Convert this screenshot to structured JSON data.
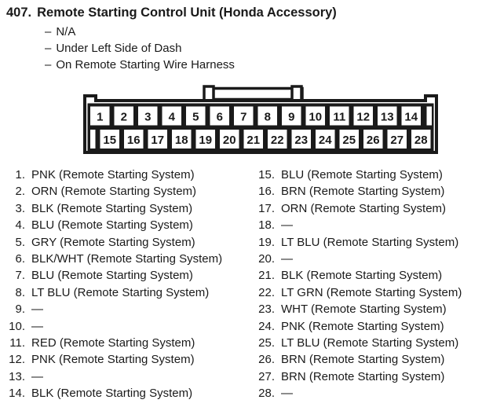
{
  "colors": {
    "ink": "#1a1a1a",
    "paper": "#ffffff"
  },
  "page": {
    "item_number": "407.",
    "title": "Remote Starting Control Unit (Honda Accessory)",
    "detail_prefix": "–",
    "details": [
      "N/A",
      "Under Left Side of Dash",
      "On Remote Starting Wire Harness"
    ]
  },
  "connector": {
    "name": "28-pin connector (Honda remote start control unit)",
    "top_row_pins": [
      "1",
      "2",
      "3",
      "4",
      "5",
      "6",
      "7",
      "8",
      "9",
      "10",
      "11",
      "12",
      "13",
      "14"
    ],
    "bottom_row_pins": [
      "15",
      "16",
      "17",
      "18",
      "19",
      "20",
      "21",
      "22",
      "23",
      "24",
      "25",
      "26",
      "27",
      "28"
    ]
  },
  "pins": {
    "left_column": [
      {
        "pin": "1.",
        "desc": "PNK (Remote Starting System)"
      },
      {
        "pin": "2.",
        "desc": "ORN (Remote Starting System)"
      },
      {
        "pin": "3.",
        "desc": "BLK (Remote Starting System)"
      },
      {
        "pin": "4.",
        "desc": "BLU (Remote Starting System)"
      },
      {
        "pin": "5.",
        "desc": "GRY (Remote Starting System)"
      },
      {
        "pin": "6.",
        "desc": "BLK/WHT (Remote Starting System)"
      },
      {
        "pin": "7.",
        "desc": "BLU (Remote Starting System)"
      },
      {
        "pin": "8.",
        "desc": "LT BLU (Remote Starting System)"
      },
      {
        "pin": "9.",
        "desc": "—"
      },
      {
        "pin": "10.",
        "desc": "—"
      },
      {
        "pin": "11.",
        "desc": "RED (Remote Starting System)"
      },
      {
        "pin": "12.",
        "desc": "PNK (Remote Starting System)"
      },
      {
        "pin": "13.",
        "desc": "—"
      },
      {
        "pin": "14.",
        "desc": "BLK (Remote Starting System)"
      }
    ],
    "right_column": [
      {
        "pin": "15.",
        "desc": "BLU (Remote Starting System)"
      },
      {
        "pin": "16.",
        "desc": "BRN (Remote Starting System)"
      },
      {
        "pin": "17.",
        "desc": "ORN (Remote Starting System)"
      },
      {
        "pin": "18.",
        "desc": "—"
      },
      {
        "pin": "19.",
        "desc": "LT BLU (Remote Starting System)"
      },
      {
        "pin": "20.",
        "desc": "—"
      },
      {
        "pin": "21.",
        "desc": "BLK (Remote Starting System)"
      },
      {
        "pin": "22.",
        "desc": "LT GRN (Remote Starting System)"
      },
      {
        "pin": "23.",
        "desc": "WHT (Remote Starting System)"
      },
      {
        "pin": "24.",
        "desc": "PNK (Remote Starting System)"
      },
      {
        "pin": "25.",
        "desc": "LT BLU (Remote Starting System)"
      },
      {
        "pin": "26.",
        "desc": "BRN (Remote Starting System)"
      },
      {
        "pin": "27.",
        "desc": "BRN (Remote Starting System)"
      },
      {
        "pin": "28.",
        "desc": "—"
      }
    ]
  }
}
